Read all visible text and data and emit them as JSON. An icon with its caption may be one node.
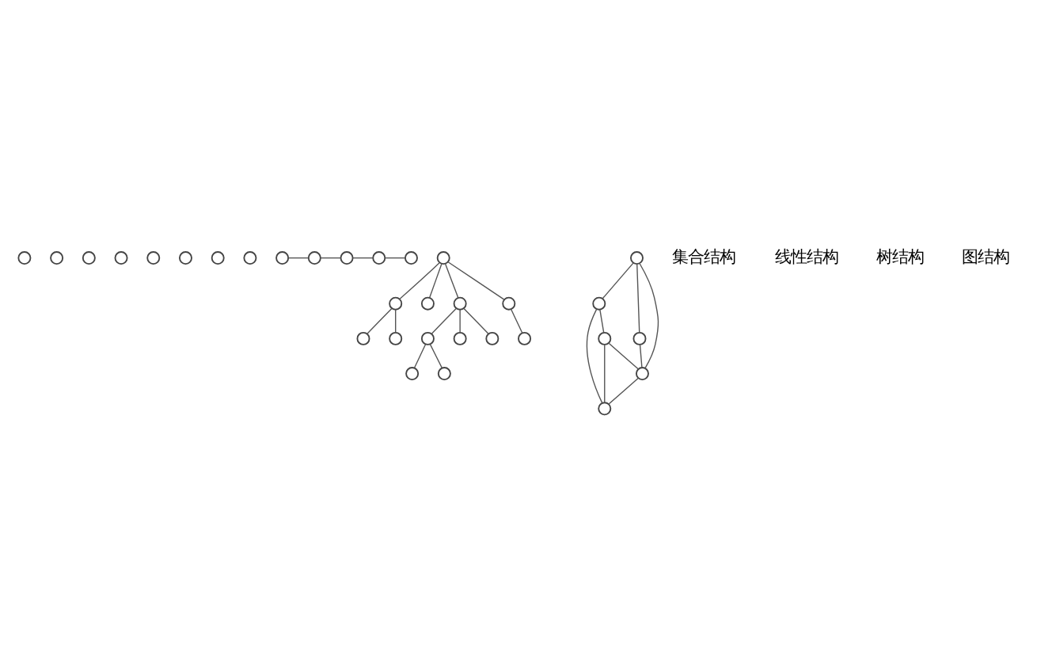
{
  "diagram": {
    "nodes": [
      {
        "text": [],
        "shape": "circle"
      },
      {
        "text": [],
        "shape": "circle"
      },
      {
        "text": [],
        "shape": "circle"
      },
      {
        "text": [],
        "shape": "circle"
      },
      {
        "text": [],
        "shape": "circle"
      },
      {
        "text": [],
        "shape": "circle"
      },
      {
        "text": [],
        "shape": "circle"
      },
      {
        "text": [],
        "shape": "circle"
      },
      {
        "text": [],
        "shape": "circle"
      },
      {
        "text": [],
        "shape": "circle"
      },
      {
        "text": [],
        "shape": "circle"
      },
      {
        "text": [],
        "shape": "circle"
      },
      {
        "text": [],
        "shape": "circle"
      },
      {
        "text": [],
        "shape": "circle"
      },
      {
        "text": [],
        "shape": "circle"
      },
      {
        "text": [],
        "shape": "circle"
      },
      {
        "text": [],
        "shape": "circle"
      },
      {
        "text": [],
        "shape": "circle"
      },
      {
        "text": [],
        "shape": "circle"
      },
      {
        "text": [],
        "shape": "circle"
      },
      {
        "text": [],
        "shape": "circle"
      },
      {
        "text": [],
        "shape": "circle"
      },
      {
        "text": [],
        "shape": "circle"
      },
      {
        "text": [],
        "shape": "circle"
      },
      {
        "text": [],
        "shape": "circle"
      },
      {
        "text": [],
        "shape": "circle"
      },
      {
        "text": [],
        "shape": "circle"
      },
      {
        "text": [],
        "shape": "circle"
      },
      {
        "text": [],
        "shape": "circle"
      },
      {
        "text": [],
        "shape": "circle"
      },
      {
        "text": [],
        "shape": "circle"
      },
      {
        "text": [],
        "shape": "circle"
      }
    ],
    "edges": [
      {
        "from": 8,
        "to": 9,
        "arrow": "none"
      },
      {
        "from": 9,
        "to": 10,
        "arrow": "none"
      },
      {
        "from": 10,
        "to": 11,
        "arrow": "none"
      },
      {
        "from": 11,
        "to": 12,
        "arrow": "none"
      },
      {
        "from": 13,
        "to": 14,
        "arrow": "none"
      },
      {
        "from": 13,
        "to": 15,
        "arrow": "none"
      },
      {
        "from": 13,
        "to": 16,
        "arrow": "none"
      },
      {
        "from": 13,
        "to": 17,
        "arrow": "none"
      },
      {
        "from": 14,
        "to": 18,
        "arrow": "none"
      },
      {
        "from": 14,
        "to": 19,
        "arrow": "none"
      },
      {
        "from": 16,
        "to": 20,
        "arrow": "none"
      },
      {
        "from": 16,
        "to": 21,
        "arrow": "none"
      },
      {
        "from": 16,
        "to": 22,
        "arrow": "none"
      },
      {
        "from": 17,
        "to": 23,
        "arrow": "none"
      },
      {
        "from": 20,
        "to": 24,
        "arrow": "none"
      },
      {
        "from": 20,
        "to": 25,
        "arrow": "none"
      },
      {
        "from": 26,
        "to": 27,
        "arrow": "none"
      },
      {
        "from": 26,
        "to": 28,
        "arrow": "none"
      },
      {
        "from": 26,
        "to": 30,
        "arrow": "none"
      },
      {
        "from": 28,
        "to": 30,
        "arrow": "none"
      },
      {
        "from": 27,
        "to": 29,
        "arrow": "none"
      },
      {
        "from": 27,
        "to": 31,
        "arrow": "none"
      },
      {
        "from": 29,
        "to": 30,
        "arrow": "none"
      },
      {
        "from": 29,
        "to": 31,
        "arrow": "none"
      },
      {
        "from": 30,
        "to": 31,
        "arrow": "none"
      }
    ],
    "labels": [
      "集合结构",
      "线性结构",
      "树结构",
      "图结构"
    ]
  }
}
